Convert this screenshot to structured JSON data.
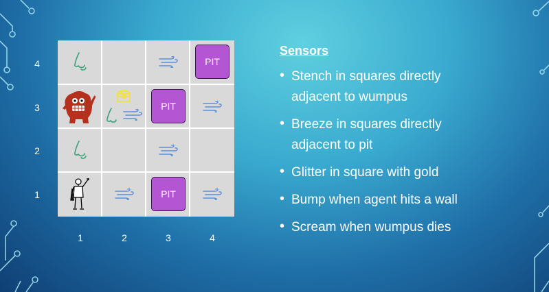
{
  "board": {
    "row_labels": [
      "4",
      "3",
      "2",
      "1"
    ],
    "col_labels": [
      "1",
      "2",
      "3",
      "4"
    ],
    "pit_label": "PIT",
    "colors": {
      "cell": "#d9d9d9",
      "pit": "#b455d4",
      "wumpus": "#b5311d",
      "gold": "#f2e23a",
      "stench": "#3aa07a",
      "breeze": "#5b8fd6"
    },
    "cells": {
      "r4c1": [
        "stench"
      ],
      "r4c2": [],
      "r4c3": [
        "breeze"
      ],
      "r4c4": [
        "pit"
      ],
      "r3c1": [
        "wumpus"
      ],
      "r3c2": [
        "gold",
        "stench",
        "breeze"
      ],
      "r3c3": [
        "pit"
      ],
      "r3c4": [
        "breeze"
      ],
      "r2c1": [
        "stench"
      ],
      "r2c2": [],
      "r2c3": [
        "breeze"
      ],
      "r2c4": [],
      "r1c1": [
        "agent"
      ],
      "r1c2": [
        "breeze"
      ],
      "r1c3": [
        "pit"
      ],
      "r1c4": [
        "breeze"
      ]
    }
  },
  "sensors": {
    "title": "Sensors",
    "items": [
      "Stench in squares directly adjacent to wumpus",
      "Breeze in squares directly adjacent to pit",
      "Glitter in square with gold",
      "Bump when agent hits a wall",
      "Scream when wumpus dies"
    ]
  }
}
